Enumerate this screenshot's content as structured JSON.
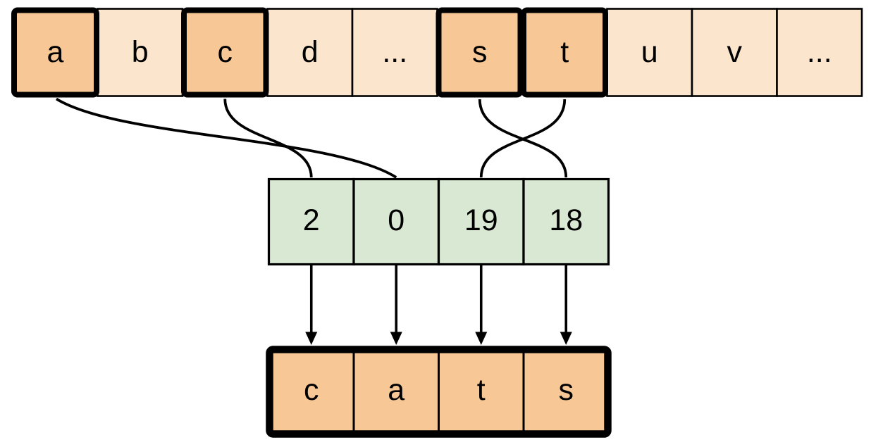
{
  "colors": {
    "cell_light": "#fbe5cd",
    "cell_highlight": "#f7c896",
    "cell_index": "#d9e8d2",
    "line": "#000000"
  },
  "alphabet_row": {
    "description": "alphabet array",
    "cells": [
      {
        "label": "a",
        "highlighted": true
      },
      {
        "label": "b",
        "highlighted": false
      },
      {
        "label": "c",
        "highlighted": true
      },
      {
        "label": "d",
        "highlighted": false
      },
      {
        "label": "...",
        "highlighted": false
      },
      {
        "label": "s",
        "highlighted": true
      },
      {
        "label": "t",
        "highlighted": true
      },
      {
        "label": "u",
        "highlighted": false
      },
      {
        "label": "v",
        "highlighted": false
      },
      {
        "label": "...",
        "highlighted": false
      }
    ]
  },
  "index_row": {
    "description": "index array",
    "cells": [
      {
        "label": "2"
      },
      {
        "label": "0"
      },
      {
        "label": "19"
      },
      {
        "label": "18"
      }
    ]
  },
  "word_row": {
    "description": "output word array",
    "cells": [
      {
        "label": "c"
      },
      {
        "label": "a"
      },
      {
        "label": "t"
      },
      {
        "label": "s"
      }
    ]
  },
  "connections": {
    "letter_to_index": [
      {
        "letter": "a",
        "index_cell": "0"
      },
      {
        "letter": "c",
        "index_cell": "2"
      },
      {
        "letter": "s",
        "index_cell": "18"
      },
      {
        "letter": "t",
        "index_cell": "19"
      }
    ],
    "index_to_word": [
      {
        "index_cell": "2",
        "word_cell": "c"
      },
      {
        "index_cell": "0",
        "word_cell": "a"
      },
      {
        "index_cell": "19",
        "word_cell": "t"
      },
      {
        "index_cell": "18",
        "word_cell": "s"
      }
    ]
  }
}
